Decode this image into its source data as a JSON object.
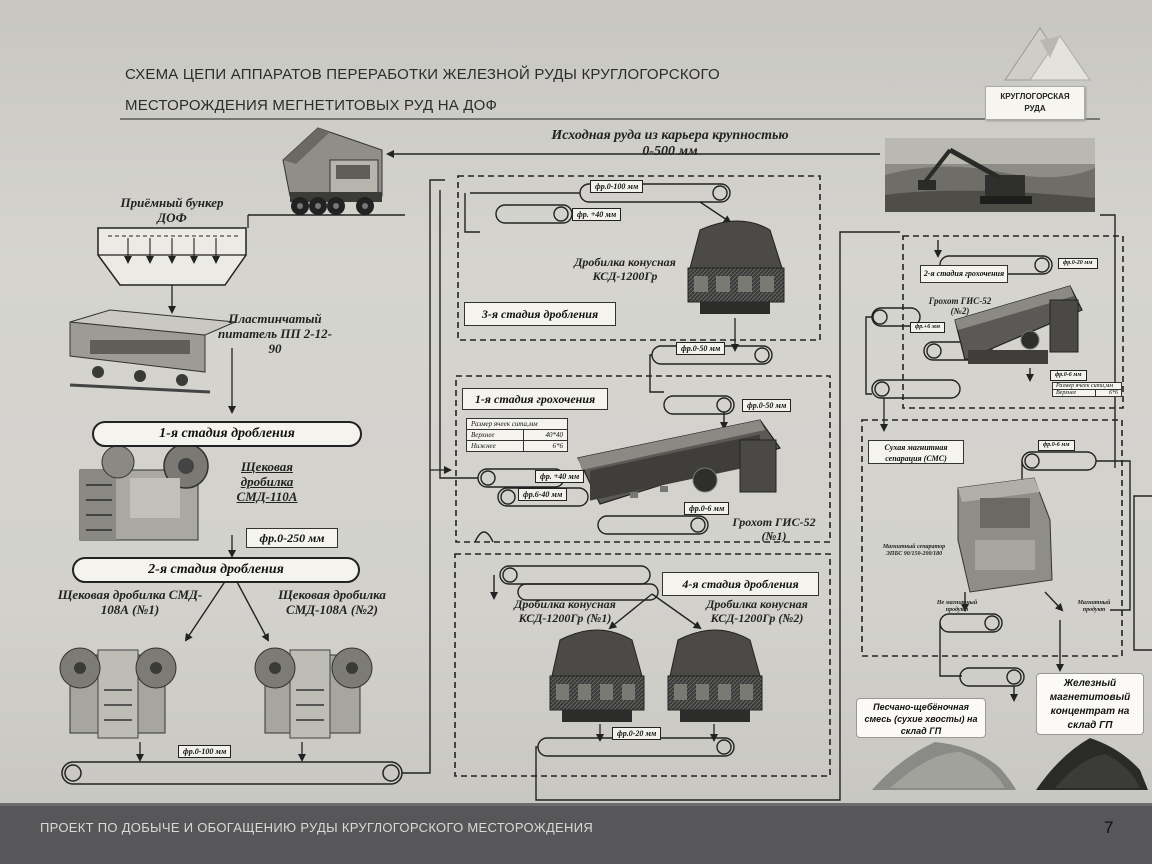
{
  "title": {
    "line1": "СХЕМА ЦЕПИ АППАРАТОВ ПЕРЕРАБОТКИ ЖЕЛЕЗНОЙ РУДЫ КРУГЛОГОРСКОГО",
    "line2": "МЕСТОРОЖДЕНИЯ МЕГНЕТИТОВЫХ РУД НА ДОФ"
  },
  "logo": {
    "line1": "КРУГЛОГОРСКАЯ",
    "line2": "РУДА"
  },
  "source_ore": {
    "line1": "Исходная руда из карьера крупностью",
    "line2": "0-500 мм"
  },
  "left": {
    "hopper": {
      "line1": "Приёмный бункер",
      "line2": "ДОФ"
    },
    "feeder": {
      "line1": "Пластинчатый",
      "line2": "питатель ПП 2-12-",
      "line3": "90"
    },
    "stage1_crushing": "1-я стадия дробления",
    "jaw_crusher_main": {
      "line1": "Щековая",
      "line2": "дробилка",
      "line3": "СМД-110А"
    },
    "fraction_0_250": "фр.0-250 мм",
    "stage2_crushing": "2-я стадия дробления",
    "jaw1": {
      "line1": "Щековая дробилка СМД-",
      "line2": "108А (№1)"
    },
    "jaw2": {
      "line1": "Щековая дробилка",
      "line2": "СМД-108А (№2)"
    },
    "fraction_0_100": "фр.0-100 мм"
  },
  "center": {
    "stage3": {
      "tag_0_100": "фр.0-100 мм",
      "tag_plus40": "фр. +40 мм",
      "crusher": {
        "line1": "Дробилка конусная",
        "line2": "КСД-1200Гр"
      },
      "label": "3-я стадия дробления"
    },
    "tag_0_50_between": "фр.0-50 мм",
    "screening1": {
      "label": "1-я стадия грохочения",
      "tag_0_50": "фр.0-50 мм",
      "mesh_table": {
        "header": "Размер ячеек сита,мм",
        "rows": [
          {
            "name": "Верхнее",
            "value": "40*40"
          },
          {
            "name": "Нижнее",
            "value": "6*6"
          }
        ]
      },
      "tag_plus40": "фр. +40 мм",
      "tag_6_40": "фр.6-40 мм",
      "tag_0_6": "фр.0-6 мм",
      "screen": {
        "line1": "Грохот ГИС-52",
        "line2": "(№1)"
      }
    },
    "stage4": {
      "label": "4-я стадия дробления",
      "crusher1": {
        "line1": "Дробилка конусная",
        "line2": "КСД-1200Гр (№1)"
      },
      "crusher2": {
        "line1": "Дробилка конусная",
        "line2": "КСД-1200Гр (№2)"
      },
      "tag_0_20": "фр.0-20 мм"
    }
  },
  "right": {
    "screening2": {
      "label": "2-я стадия грохочения",
      "tag_0_20": "фр.0-20 мм",
      "screen": {
        "line1": "Грохот ГИС-52",
        "line2": "(№2)"
      },
      "tag_plus6": "фр.+6 мм",
      "tag_0_6": "фр.0-6 мм",
      "mesh_header": "Размер ячеек сита,мм",
      "mesh_row": {
        "name": "Верхнее",
        "value": "6*6"
      }
    },
    "sms": {
      "label": "Сухая магнитная сепарация (СМС)",
      "tag_0_6": "фр.0-6 мм",
      "separator": {
        "line1": "Магнитный сепаратор",
        "line2": "ЭПБС 90/150-200/180"
      },
      "non_magnetic": {
        "line1": "Не магнитный",
        "line2": "продукт"
      },
      "magnetic": {
        "line1": "Магнитный",
        "line2": "продукт"
      }
    },
    "product_tailings": {
      "line1": "Песчано-щебёночная",
      "line2": "смесь (сухие хвосты) на",
      "line3": "склад ГП"
    },
    "product_concentrate": {
      "line1": "Железный",
      "line2": "магнетитовый",
      "line3": "концентрат на",
      "line4": "склад ГП"
    }
  },
  "footer": {
    "text": "ПРОЕКТ ПО ДОБЫЧЕ И ОБОГАЩЕНИЮ РУДЫ КРУГЛОГОРСКОГО МЕСТОРОЖДЕНИЯ",
    "page": "7"
  },
  "colors": {
    "paper": "#d3d2cd",
    "ink": "#222222",
    "footer_band": "#57575a",
    "tailings_pile": "#8a8a86",
    "concentrate_pile": "#2a2a28"
  }
}
